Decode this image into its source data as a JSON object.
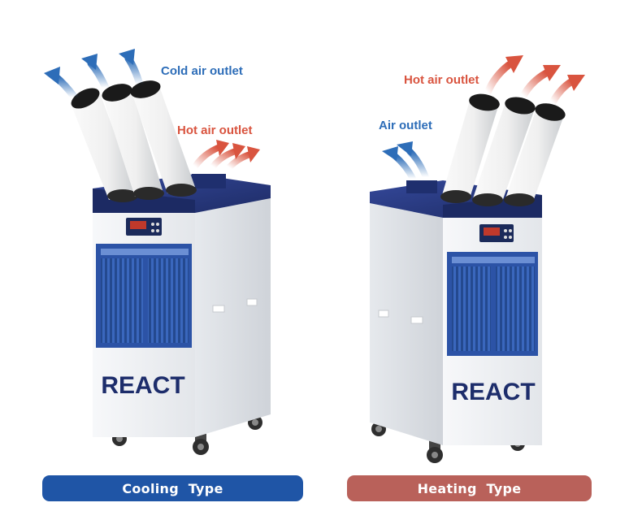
{
  "brand": "REACT",
  "left_unit": {
    "cold_label": "Cold air outlet",
    "hot_label": "Hot air outlet",
    "badge": "Cooling  Type",
    "badge_color": "#1f55a6"
  },
  "right_unit": {
    "air_label": "Air outlet",
    "hot_label": "Hot air outlet",
    "badge": "Heating  Type",
    "badge_color": "#b9615a"
  },
  "colors": {
    "cold": "#2d6db8",
    "hot": "#d9543f",
    "body": "#eef0f3",
    "top": "#263a7a",
    "panel": "#2c53a6"
  },
  "icons": [
    "cold-air-arrow-icon",
    "hot-air-arrow-icon",
    "caster-wheel-icon",
    "control-panel-icon"
  ]
}
